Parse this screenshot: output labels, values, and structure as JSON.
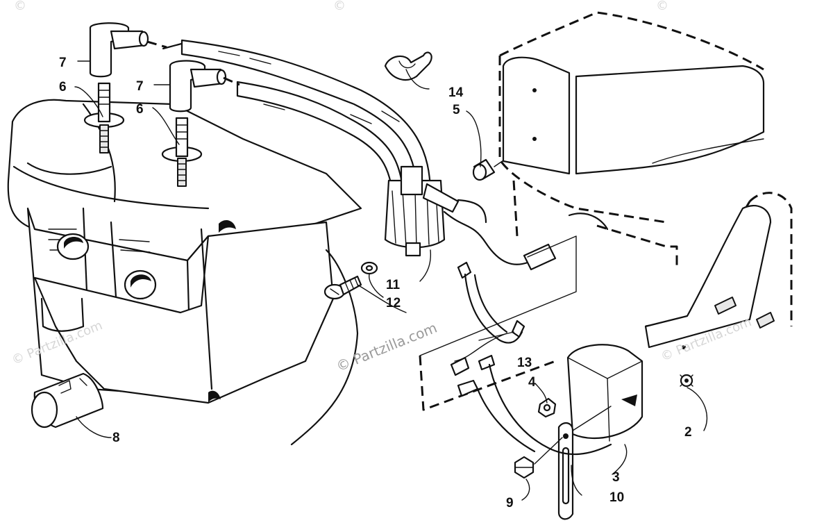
{
  "callouts": {
    "c2": "2",
    "c3": "3",
    "c4": "4",
    "c5": "5",
    "c6a": "6",
    "c6b": "6",
    "c7a": "7",
    "c7b": "7",
    "c8": "8",
    "c9": "9",
    "c10": "10",
    "c11": "11",
    "c12": "12",
    "c13": "13",
    "c14": "14"
  },
  "watermarks": {
    "center": "© Partzilla.com",
    "left": "© Partzilla.com",
    "right": "© Partzilla.com",
    "top": "©"
  }
}
